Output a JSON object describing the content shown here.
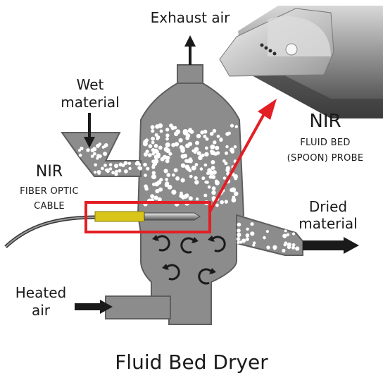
{
  "title": "Fluid Bed Dryer",
  "labels": {
    "exhaust": "Exhaust air",
    "wet_line1": "Wet",
    "wet_line2": "material",
    "nir_cable_title": "NIR",
    "nir_cable_line1": "FIBER OPTIC",
    "nir_cable_line2": "CABLE",
    "nir_probe_title": "NIR",
    "nir_probe_line1": "FLUID BED",
    "nir_probe_line2": "(SPOON) PROBE",
    "dried_line1": "Dried",
    "dried_line2": "material",
    "heated_line1": "Heated",
    "heated_line2": "air"
  },
  "colors": {
    "vessel": "#8c8c8c",
    "vessel_edge": "#5e5e5e",
    "particles": "#ffffff",
    "highlight_box": "#e31e24",
    "cable_tip": "#d9c51a",
    "arrow": "#1a1a1a"
  },
  "icons": {
    "mixing": "circular-arrow-icon",
    "flow": "arrow-icon"
  }
}
